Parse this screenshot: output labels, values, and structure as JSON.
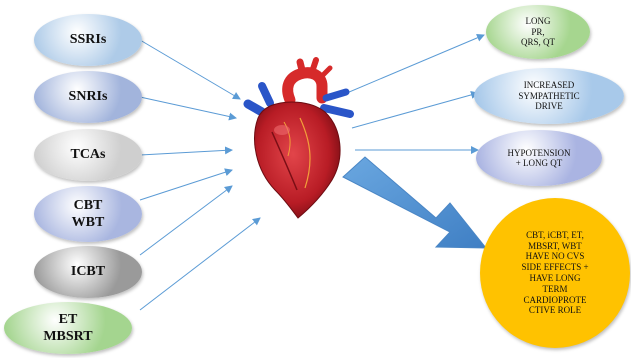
{
  "left_nodes": [
    {
      "label": "SSRIs",
      "color": "#aecbe8"
    },
    {
      "label": "SNRIs",
      "color": "#a2b4dc"
    },
    {
      "label": "TCAs",
      "color": "#cfcfcf"
    },
    {
      "label": "CBT\nWBT",
      "color": "#a9b6e0"
    },
    {
      "label": "ICBT",
      "color": "#9a9a9a"
    },
    {
      "label": "ET\nMBSRT",
      "color": "#a4d58f"
    }
  ],
  "right_nodes": [
    {
      "label": "LONG\nPR,\nQRS, QT",
      "color": "#a6d68f"
    },
    {
      "label": "INCREASED\nSYMPATHETIC\nDRIVE",
      "color": "#a8c9ea"
    },
    {
      "label": "HYPOTENSION\n+ LONG QT",
      "color": "#aab4e2"
    }
  ],
  "conclusion": {
    "label": "CBT, iCBT, ET,\nMBSRT, WBT\nHAVE NO CVS\nSIDE EFFECTS +\nHAVE LONG\nTERM\nCARDIOPROTE\nCTIVE ROLE",
    "color": "#ffc200"
  },
  "colors": {
    "arrow": "#5b9bd5",
    "big_arrow": "#5b9bd5",
    "heart": "#c0202a",
    "heart_dark": "#8a1018",
    "aorta": "#d62a2a",
    "vessel_blue": "#2a55c8"
  },
  "icons": {
    "center": "heart-icon"
  }
}
